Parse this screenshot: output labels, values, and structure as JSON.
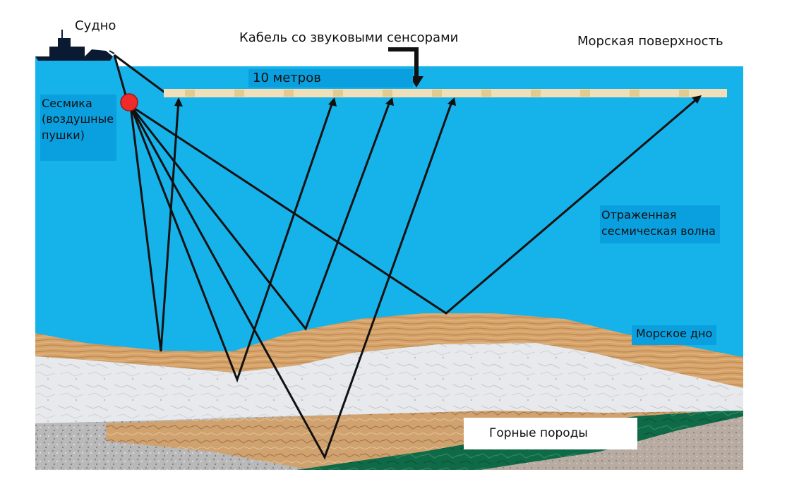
{
  "labels": {
    "ship": "Судно",
    "cable": "Кабель со звуковыми сенсорами",
    "sea_surface": "Морская поверхность",
    "distance": "10 метров",
    "seismic_source": "Сесмика (воздушные пушки)",
    "reflected_wave": "Отраженная сесмическая волна",
    "seabed": "Морское дно",
    "rocks": "Горные породы"
  },
  "colors": {
    "water": "#16b2ea",
    "label_box": "#0aa0df",
    "cable": "#f0dfb8",
    "sediment": "#d6a36b",
    "limestone": "#e7e9ec",
    "gravel": "#b8b8b8",
    "sandstone": "#cfa26f",
    "green_rock": "#0f6a47",
    "ray": "#111111",
    "air_gun": "#ee2a2a",
    "ship": "#0b1a33"
  },
  "icons": {
    "ship": "ship-icon",
    "air_gun": "air-gun-icon",
    "pointer": "down-arrow-icon"
  }
}
